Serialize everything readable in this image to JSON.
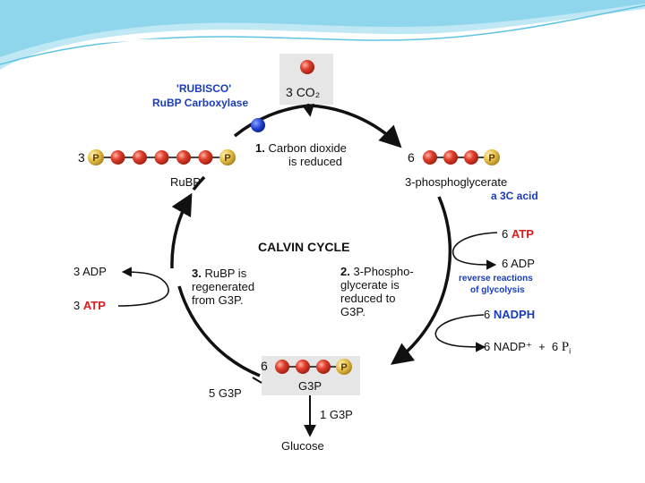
{
  "colors": {
    "carbon": "#e0402c",
    "phosphate": "#e8c24a",
    "rubisco_dot": "#1f3fd0",
    "atp_red": "#d81e1e",
    "nadph_blue": "#1a3cb8",
    "header_wave": "#7fd0ea",
    "box_gray": "#e6e6e6"
  },
  "icons": [
    "carbon-atom-icon",
    "phosphate-icon",
    "rubisco-enzyme-icon"
  ],
  "diagram": {
    "cycle_title": "CALVIN CYCLE",
    "rubisco": {
      "line1": "'RUBISCO'",
      "line2": "RuBP Carboxylase"
    },
    "co2": {
      "count": "3",
      "label": "CO₂"
    },
    "step1": {
      "num": "1.",
      "line1": "Carbon dioxide",
      "line2": "is reduced"
    },
    "step2": {
      "num": "2.",
      "line1": "3-Phospho-",
      "line2": "glycerate is",
      "line3": "reduced to",
      "line4": "G3P."
    },
    "step3": {
      "num": "3.",
      "line1": "RuBP is",
      "line2": "regenerated",
      "line3": "from G3P."
    },
    "rubp": {
      "count": "3",
      "phosphate_symbol": "P",
      "label": "RuBP"
    },
    "pga": {
      "count": "6",
      "phosphate_symbol": "P",
      "label": "3-phosphoglycerate",
      "sublabel": "a 3C acid"
    },
    "atp_in_right": {
      "count": "6",
      "label": "ATP"
    },
    "adp_out_right": {
      "count": "6",
      "label": "ADP"
    },
    "reverse_note": {
      "line1": "reverse reactions",
      "line2": "of glycolysis"
    },
    "nadph_in": {
      "count": "6",
      "label": "NADPH"
    },
    "nadp_out": {
      "text": "6 NADP⁺",
      "plus": "+",
      "pi_count": "6",
      "pi": "P",
      "pi_sub": "i"
    },
    "adp_out_left": {
      "count": "3",
      "label": "ADP"
    },
    "atp_in_left": {
      "count": "3",
      "label": "ATP"
    },
    "g3p": {
      "count": "6",
      "phosphate_symbol": "P",
      "label": "G3P"
    },
    "g3p_recycled": "5 G3P",
    "g3p_out": "1 G3P",
    "glucose": "Glucose"
  }
}
